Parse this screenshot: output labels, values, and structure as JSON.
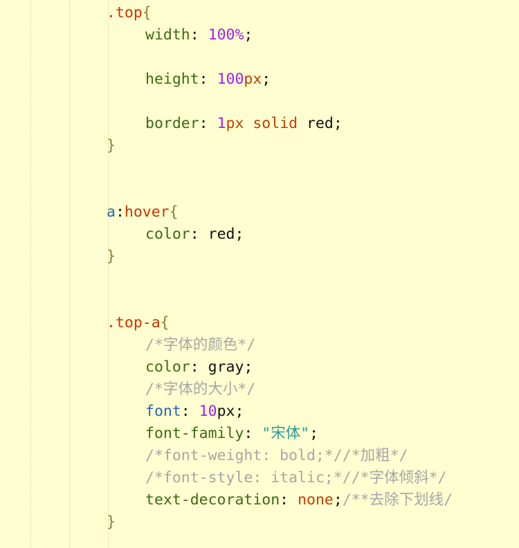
{
  "editor": {
    "language": "css",
    "lines": [
      {
        "indent": 0,
        "tokens": [
          {
            "text": ".top",
            "class": "t"
          },
          {
            "text": "{",
            "class": "b"
          }
        ]
      },
      {
        "indent": 1,
        "tokens": [
          {
            "text": "width",
            "class": "p"
          },
          {
            "text": ": ",
            "class": "pl"
          },
          {
            "text": "100%",
            "class": "v"
          },
          {
            "text": ";",
            "class": "pl"
          }
        ]
      },
      {
        "indent": 1,
        "tokens": []
      },
      {
        "indent": 1,
        "tokens": [
          {
            "text": "height",
            "class": "p"
          },
          {
            "text": ": ",
            "class": "pl"
          },
          {
            "text": "100",
            "class": "v"
          },
          {
            "text": "px",
            "class": "u"
          },
          {
            "text": ";",
            "class": "pl"
          }
        ]
      },
      {
        "indent": 1,
        "tokens": []
      },
      {
        "indent": 1,
        "tokens": [
          {
            "text": "border",
            "class": "p"
          },
          {
            "text": ": ",
            "class": "pl"
          },
          {
            "text": "1",
            "class": "v"
          },
          {
            "text": "px",
            "class": "u"
          },
          {
            "text": " ",
            "class": "pl"
          },
          {
            "text": "solid",
            "class": "u"
          },
          {
            "text": " red;",
            "class": "pl"
          }
        ]
      },
      {
        "indent": 0,
        "tokens": [
          {
            "text": "}",
            "class": "b"
          }
        ]
      },
      {
        "indent": 0,
        "tokens": []
      },
      {
        "indent": 0,
        "tokens": []
      },
      {
        "indent": 0,
        "tokens": [
          {
            "text": "a",
            "class": "kw"
          },
          {
            "text": ":",
            "class": "pl"
          },
          {
            "text": "hover",
            "class": "t"
          },
          {
            "text": "{",
            "class": "b"
          }
        ]
      },
      {
        "indent": 1,
        "tokens": [
          {
            "text": "color",
            "class": "p"
          },
          {
            "text": ": ",
            "class": "pl"
          },
          {
            "text": "red;",
            "class": "pl"
          }
        ]
      },
      {
        "indent": 0,
        "tokens": [
          {
            "text": "}",
            "class": "b"
          }
        ]
      },
      {
        "indent": 0,
        "tokens": []
      },
      {
        "indent": 0,
        "tokens": []
      },
      {
        "indent": 0,
        "tokens": [
          {
            "text": ".top-a",
            "class": "t"
          },
          {
            "text": "{",
            "class": "b"
          }
        ]
      },
      {
        "indent": 1,
        "tokens": [
          {
            "text": "/*字体的颜色*/",
            "class": "c"
          }
        ]
      },
      {
        "indent": 1,
        "tokens": [
          {
            "text": "color",
            "class": "p"
          },
          {
            "text": ": ",
            "class": "pl"
          },
          {
            "text": "gray;",
            "class": "pl"
          }
        ]
      },
      {
        "indent": 1,
        "tokens": [
          {
            "text": "/*字体的大小*/",
            "class": "c"
          }
        ]
      },
      {
        "indent": 1,
        "tokens": [
          {
            "text": "font",
            "class": "kw"
          },
          {
            "text": ": ",
            "class": "pl"
          },
          {
            "text": "10",
            "class": "v"
          },
          {
            "text": "px;",
            "class": "pl"
          }
        ]
      },
      {
        "indent": 1,
        "tokens": [
          {
            "text": "font-family",
            "class": "p"
          },
          {
            "text": ": ",
            "class": "pl"
          },
          {
            "text": "\"宋体\"",
            "class": "s"
          },
          {
            "text": ";",
            "class": "pl"
          }
        ]
      },
      {
        "indent": 1,
        "tokens": [
          {
            "text": "/*font-weight: bold;*//*加粗*/",
            "class": "c"
          }
        ]
      },
      {
        "indent": 1,
        "tokens": [
          {
            "text": "/*font-style: italic;*//*字体倾斜*/",
            "class": "c"
          }
        ]
      },
      {
        "indent": 1,
        "tokens": [
          {
            "text": "text-decoration",
            "class": "p"
          },
          {
            "text": ": ",
            "class": "pl"
          },
          {
            "text": "none",
            "class": "u"
          },
          {
            "text": ";",
            "class": "pl"
          },
          {
            "text": "/**去除下划线/",
            "class": "c"
          }
        ]
      },
      {
        "indent": 0,
        "tokens": [
          {
            "text": "}",
            "class": "b"
          }
        ]
      }
    ]
  },
  "colors": {
    "background": "#fefed0",
    "selector": "#cc3300",
    "property": "#3b6b12",
    "number": "#a020f0",
    "unit": "#c04000",
    "comment": "#a6a6a6",
    "string": "#2f9a9a",
    "brace": "#8a7b3a",
    "tag": "#2a64b8"
  }
}
